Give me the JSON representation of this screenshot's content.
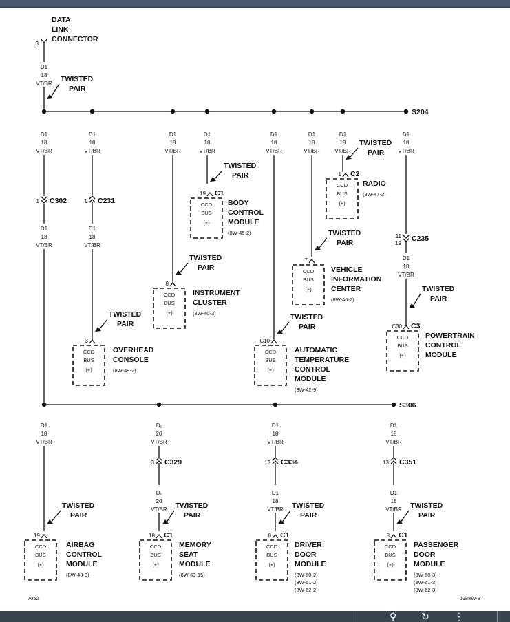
{
  "connector": {
    "pin": "3",
    "lines": [
      "DATA",
      "LINK",
      "CONNECTOR"
    ]
  },
  "wire": {
    "circuit": "D1",
    "gauge": "18",
    "color": "VT/BR"
  },
  "memory_wire": {
    "circuit": "D₁",
    "gauge": "20",
    "color": "VT/BR"
  },
  "twisted_pair": [
    "TWISTED",
    "PAIR"
  ],
  "ccd": {
    "l1": "CCD",
    "l2": "BUS",
    "l3": "(+)"
  },
  "splices": {
    "upper": "S204",
    "lower": "S306"
  },
  "inline": {
    "c302": {
      "name": "C302",
      "pin": "1"
    },
    "c231": {
      "name": "C231",
      "pin": "1"
    },
    "c235": {
      "name": "C235",
      "pin_a": "11",
      "pin_b": "19"
    },
    "c329": {
      "name": "C329",
      "pin": "3"
    },
    "c334": {
      "name": "C334",
      "pin": "13"
    },
    "c351": {
      "name": "C351",
      "pin": "13"
    }
  },
  "modules": {
    "bcm": {
      "pin": "19",
      "conn": "C1",
      "name": [
        "BODY",
        "CONTROL",
        "MODULE"
      ],
      "ref": [
        "(8W-45-2)"
      ]
    },
    "radio": {
      "pin": "1",
      "conn": "C2",
      "name": [
        "RADIO"
      ],
      "ref": [
        "(8W-47-2)"
      ]
    },
    "vic": {
      "pin": "7",
      "conn": "",
      "name": [
        "VEHICLE",
        "INFORMATION",
        "CENTER"
      ],
      "ref": [
        "(8W-46-7)"
      ]
    },
    "ic": {
      "pin": "8",
      "conn": "",
      "name": [
        "INSTRUMENT",
        "CLUSTER"
      ],
      "ref": [
        "(8W-40-3)"
      ]
    },
    "pcm": {
      "pin": "C30",
      "conn": "C3",
      "name": [
        "POWERTRAIN",
        "CONTROL",
        "MODULE"
      ],
      "ref": []
    },
    "ohc": {
      "pin": "3",
      "conn": "",
      "name": [
        "OVERHEAD",
        "CONSOLE"
      ],
      "ref": [
        "(8W-49-2)"
      ]
    },
    "atc": {
      "pin": "C10",
      "conn": "",
      "name": [
        "AUTOMATIC",
        "TEMPERATURE",
        "CONTROL",
        "MODULE"
      ],
      "ref": [
        "(8W-42-9)"
      ]
    },
    "acm": {
      "pin": "19",
      "conn": "",
      "name": [
        "AIRBAG",
        "CONTROL",
        "MODULE"
      ],
      "ref": [
        "(8W-43-3)"
      ]
    },
    "msm": {
      "pin": "18",
      "conn": "C1",
      "name": [
        "MEMORY",
        "SEAT",
        "MODULE"
      ],
      "ref": [
        "(8W-63-15)"
      ]
    },
    "ddm": {
      "pin": "8",
      "conn": "C1",
      "name": [
        "DRIVER",
        "DOOR",
        "MODULE"
      ],
      "ref": [
        "(8W-60-2)",
        "(8W-61-2)",
        "(8W-62-2)"
      ]
    },
    "pdm": {
      "pin": "8",
      "conn": "C1",
      "name": [
        "PASSENGER",
        "DOOR",
        "MODULE"
      ],
      "ref": [
        "(8W-60-3)",
        "(8W-61-3)",
        "(8W-62-3)"
      ]
    }
  },
  "footer": {
    "left": "7052",
    "right": "J988W-3"
  },
  "colors": {
    "ink": "#111111",
    "top_bar": "#4a5a6e",
    "bottom_bar": "#3a4350"
  }
}
